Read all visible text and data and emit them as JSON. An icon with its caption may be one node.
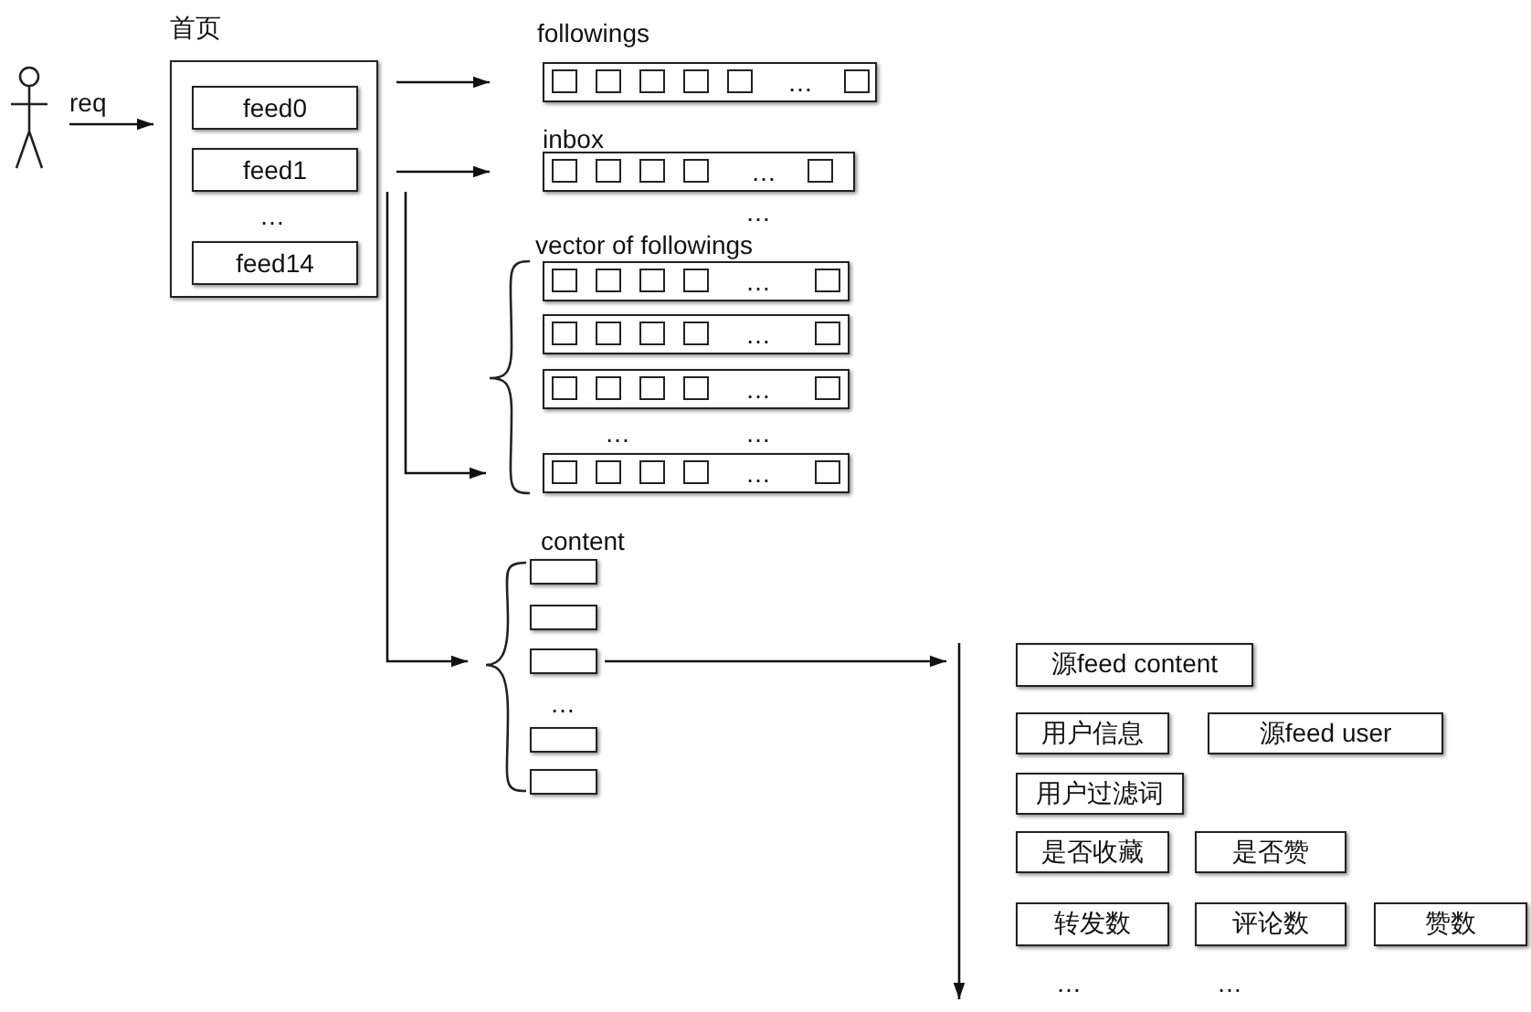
{
  "diagram": {
    "nodes": [
      {
        "text": [],
        "shape": "person"
      },
      {
        "text": [
          "首页"
        ]
      },
      {
        "text": [
          "feed0"
        ],
        "in": 1
      },
      {
        "text": [
          "feed1"
        ],
        "in": 1
      },
      {
        "text": [
          "feed14"
        ],
        "in": 1
      },
      {
        "text": [
          "followings"
        ]
      },
      {
        "text": [
          "inbox"
        ]
      },
      {
        "text": [],
        "shape": "bar"
      },
      {
        "text": [],
        "shape": "bar"
      },
      {
        "text": [],
        "shape": "bar"
      },
      {
        "text": [],
        "shape": "bar"
      },
      {
        "text": [],
        "shape": "box"
      },
      {
        "text": [],
        "shape": "box"
      },
      {
        "text": [],
        "shape": "box"
      },
      {
        "text": [],
        "shape": "box"
      },
      {
        "text": [],
        "shape": "box"
      },
      {
        "text": [
          "源feed content"
        ]
      },
      {
        "text": [
          "用户信息"
        ]
      },
      {
        "text": [
          "源feed user"
        ]
      },
      {
        "text": [
          "用户过滤词"
        ]
      },
      {
        "text": [
          "是否收藏"
        ]
      },
      {
        "text": [
          "是否赞"
        ]
      },
      {
        "text": [
          "转发数"
        ]
      },
      {
        "text": [
          "评论数"
        ]
      },
      {
        "text": [
          "赞数"
        ]
      }
    ],
    "edges": [
      {
        "from": 0,
        "to": 1,
        "arrow": "to",
        "label": "req"
      },
      {
        "from": 1,
        "to": 5,
        "arrow": "to"
      },
      {
        "from": 1,
        "to": 6,
        "arrow": "to"
      },
      {
        "from": 1,
        "to": 10,
        "arrow": "to"
      },
      {
        "from": 1,
        "to": 13,
        "arrow": "to"
      },
      {
        "from": 13,
        "to": null,
        "arrow": "to"
      }
    ],
    "labels": [
      "…",
      "…",
      "…",
      "…",
      "vector of followings",
      "…",
      "…",
      "…",
      "…",
      "…",
      "…",
      "content",
      "…",
      "…",
      "…"
    ]
  }
}
